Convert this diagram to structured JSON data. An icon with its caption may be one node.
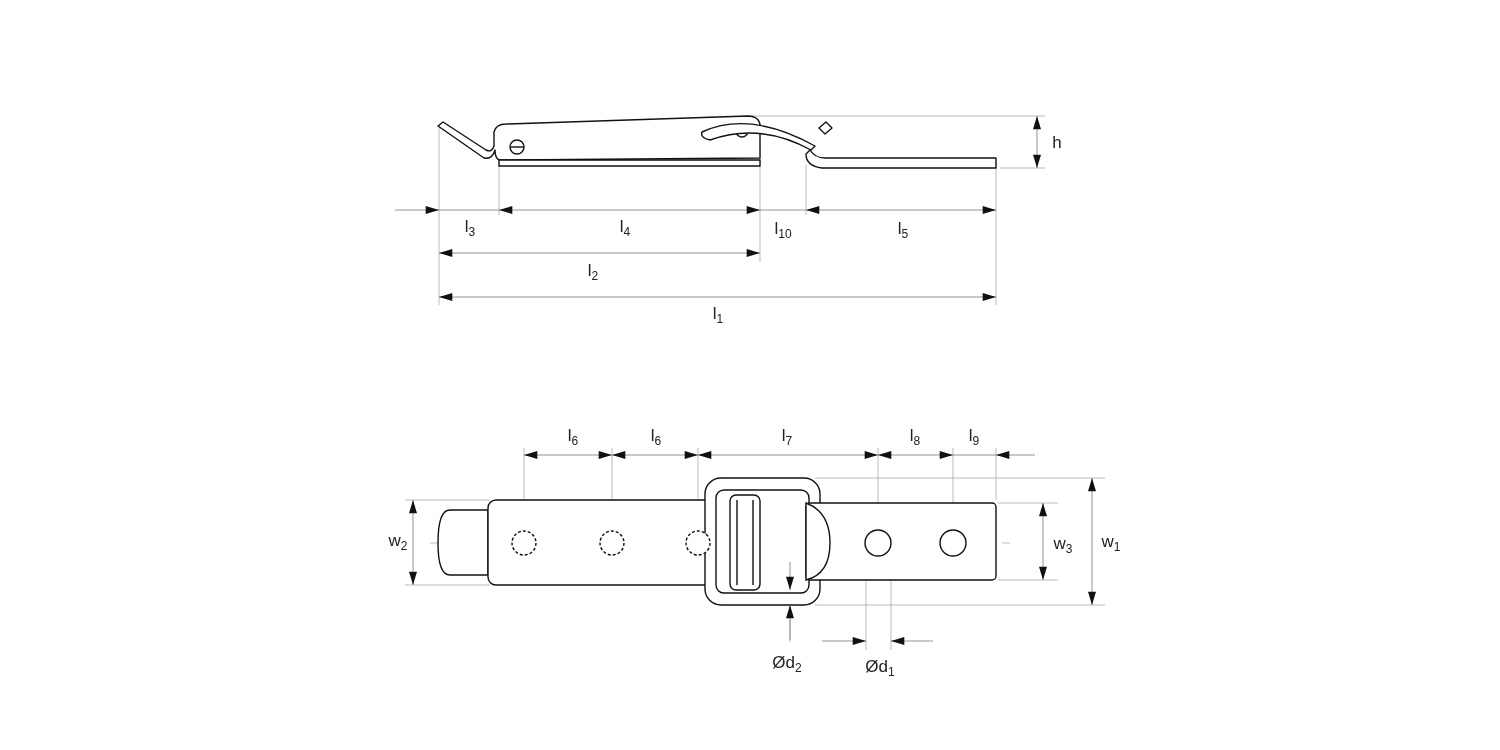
{
  "diagram": {
    "labels": [
      "h",
      "l$_{3}$",
      "l$_{4}$",
      "l$_{10}$",
      "l$_{5}$",
      "l$_{2}$",
      "l$_{1}$",
      "l$_{6}$",
      "l$_{6}$",
      "l$_{7}$",
      "l$_{8}$",
      "l$_{9}$",
      "w$_{2}$",
      "w$_{3}$",
      "w$_{1}$",
      "Ød$_{2}$",
      "Ød$_{1}$"
    ]
  }
}
